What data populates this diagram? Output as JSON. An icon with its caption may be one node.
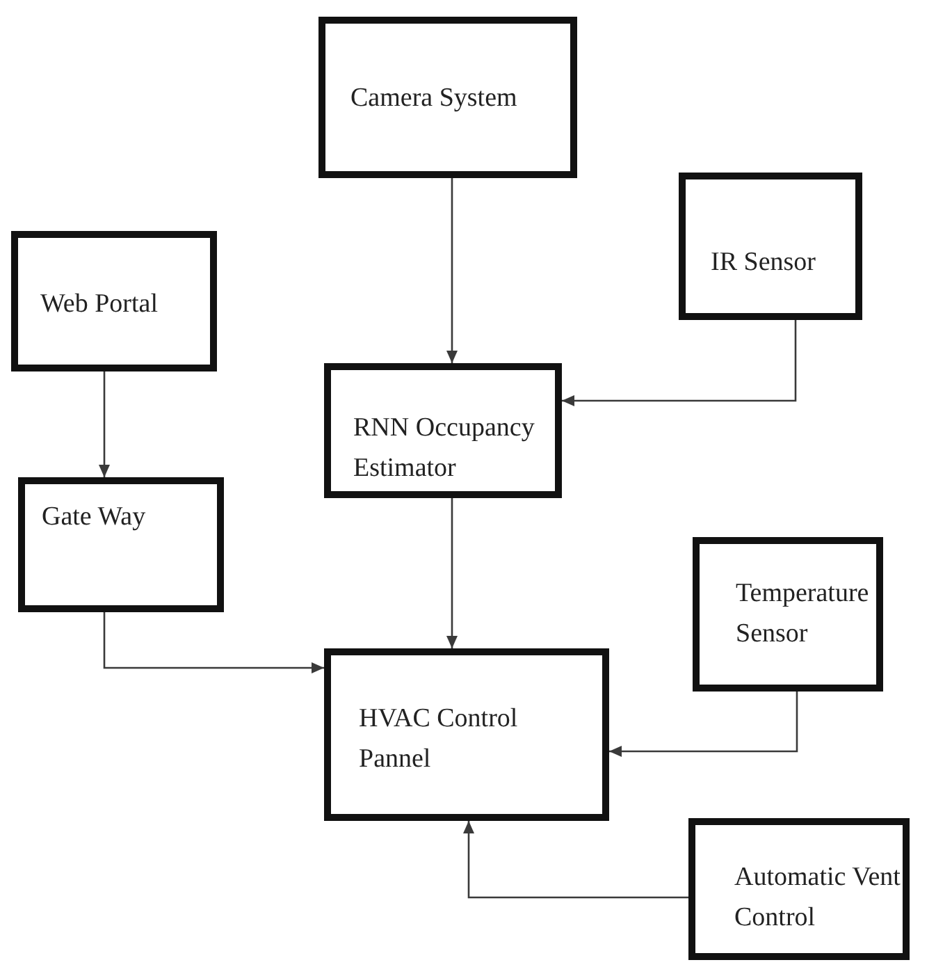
{
  "diagram": {
    "nodes": [
      {
        "text": [
          "Camera System"
        ]
      },
      {
        "text": [
          "IR Sensor"
        ]
      },
      {
        "text": [
          "Web Portal"
        ]
      },
      {
        "text": [
          "RNN Occupancy Estimator"
        ]
      },
      {
        "text": [
          "Gate Way"
        ]
      },
      {
        "text": [
          "Temperature Sensor"
        ]
      },
      {
        "text": [
          "HVAC Control Pannel"
        ]
      },
      {
        "text": [
          "Automatic Vent Control"
        ]
      }
    ],
    "edges": [
      {
        "from": 0,
        "to": 3,
        "arrow": "to"
      },
      {
        "from": 1,
        "to": 3,
        "arrow": "to"
      },
      {
        "from": 2,
        "to": 4,
        "arrow": "to"
      },
      {
        "from": 3,
        "to": 6,
        "arrow": "to"
      },
      {
        "from": 4,
        "to": 6,
        "arrow": "to"
      },
      {
        "from": 5,
        "to": 6,
        "arrow": "to"
      },
      {
        "from": 7,
        "to": 6,
        "arrow": "to"
      }
    ]
  }
}
